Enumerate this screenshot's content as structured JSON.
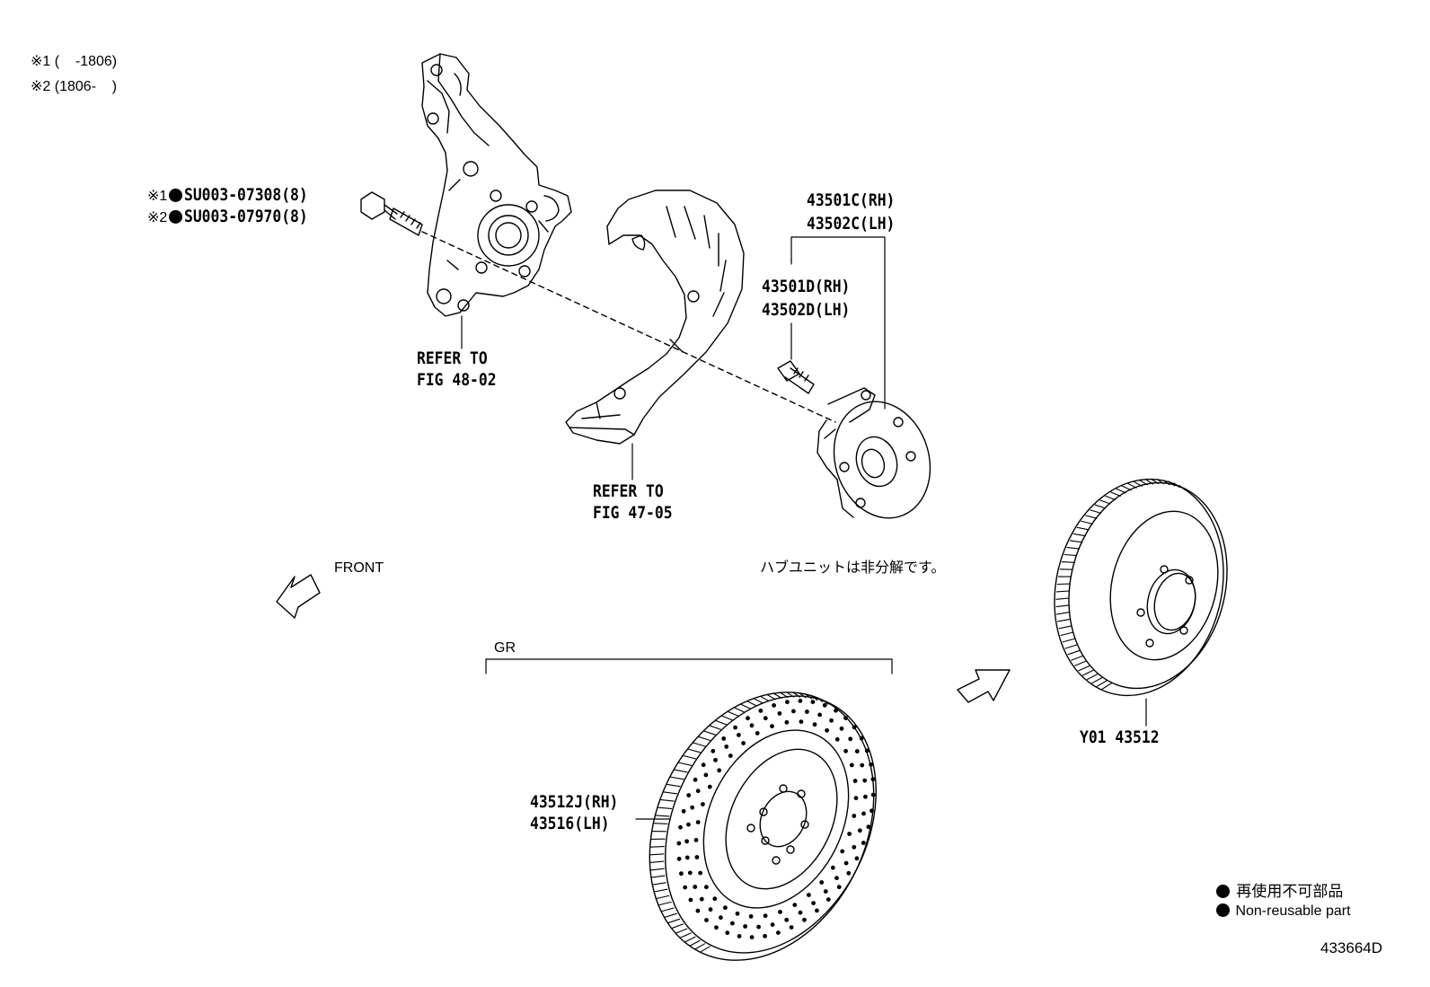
{
  "notes": {
    "n1_mark": "※1",
    "n1_range": "(    -1806)",
    "n2_mark": "※2",
    "n2_range": "(1806-    )"
  },
  "bolts": {
    "b1_mark": "※1",
    "b1_part": "SU003-07308(8)",
    "b2_mark": "※2",
    "b2_part": "SU003-07970(8)"
  },
  "knuckle_ref": {
    "line1": "REFER TO",
    "line2": "FIG 48-02"
  },
  "shield_ref": {
    "line1": "REFER TO",
    "line2": "FIG 47-05"
  },
  "hub": {
    "c_rh": "43501C(RH)",
    "c_lh": "43502C(LH)",
    "d_rh": "43501D(RH)",
    "d_lh": "43502D(LH)",
    "note": "ハブユニットは非分解です。"
  },
  "front_label": "FRONT",
  "gr_label": "GR",
  "gr_disc": {
    "rh": "43512J(RH)",
    "lh": "43516(LH)"
  },
  "std_disc": "Y01 43512",
  "legend": {
    "jp": "再使用不可部品",
    "en": "Non-reusable part"
  },
  "figure_id": "433664D"
}
